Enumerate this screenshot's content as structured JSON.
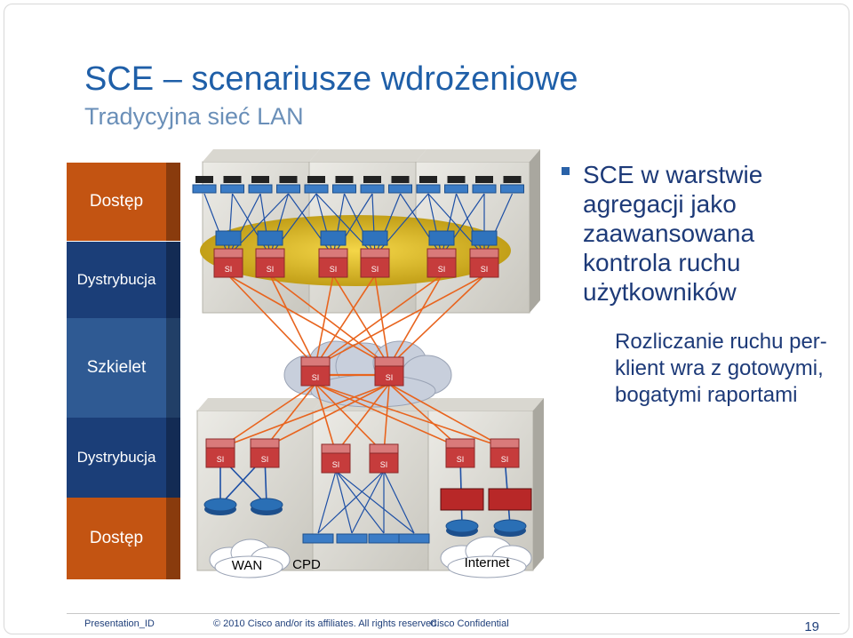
{
  "slide": {
    "title": "SCE – scenariusze wdrożeniowe",
    "subtitle": "Tradycyjna sieć LAN"
  },
  "layers": [
    {
      "label": "Dostęp",
      "color": "#c35412"
    },
    {
      "label": "Dystrybucja",
      "color": "#1b3e78"
    },
    {
      "label": "Szkielet",
      "color": "#2f5a93"
    },
    {
      "label": "Dystrybucja",
      "color": "#1b3e78"
    },
    {
      "label": "Dostęp",
      "color": "#c35412"
    }
  ],
  "bullet": {
    "text": "SCE w warstwie agregacji jako zaawansowana kontrola ruchu użytkowników",
    "sub": "Rozliczanie ruchu per-klient wra z gotowymi, bogatymi raportami"
  },
  "diagram": {
    "labels": {
      "wan": "WAN",
      "cpd": "CPD",
      "internet": "Internet"
    },
    "device_badge": "SI",
    "colors": {
      "links": "#e8641e",
      "links_blue": "#1d4fa5",
      "halo": "#d8b41c",
      "router": "#2a6fb5",
      "switch_red": "#c63c3c"
    }
  },
  "footer": {
    "left": "Presentation_ID",
    "center": "© 2010 Cisco and/or its affiliates. All rights reserved.",
    "right": "Cisco Confidential",
    "page": "19"
  }
}
